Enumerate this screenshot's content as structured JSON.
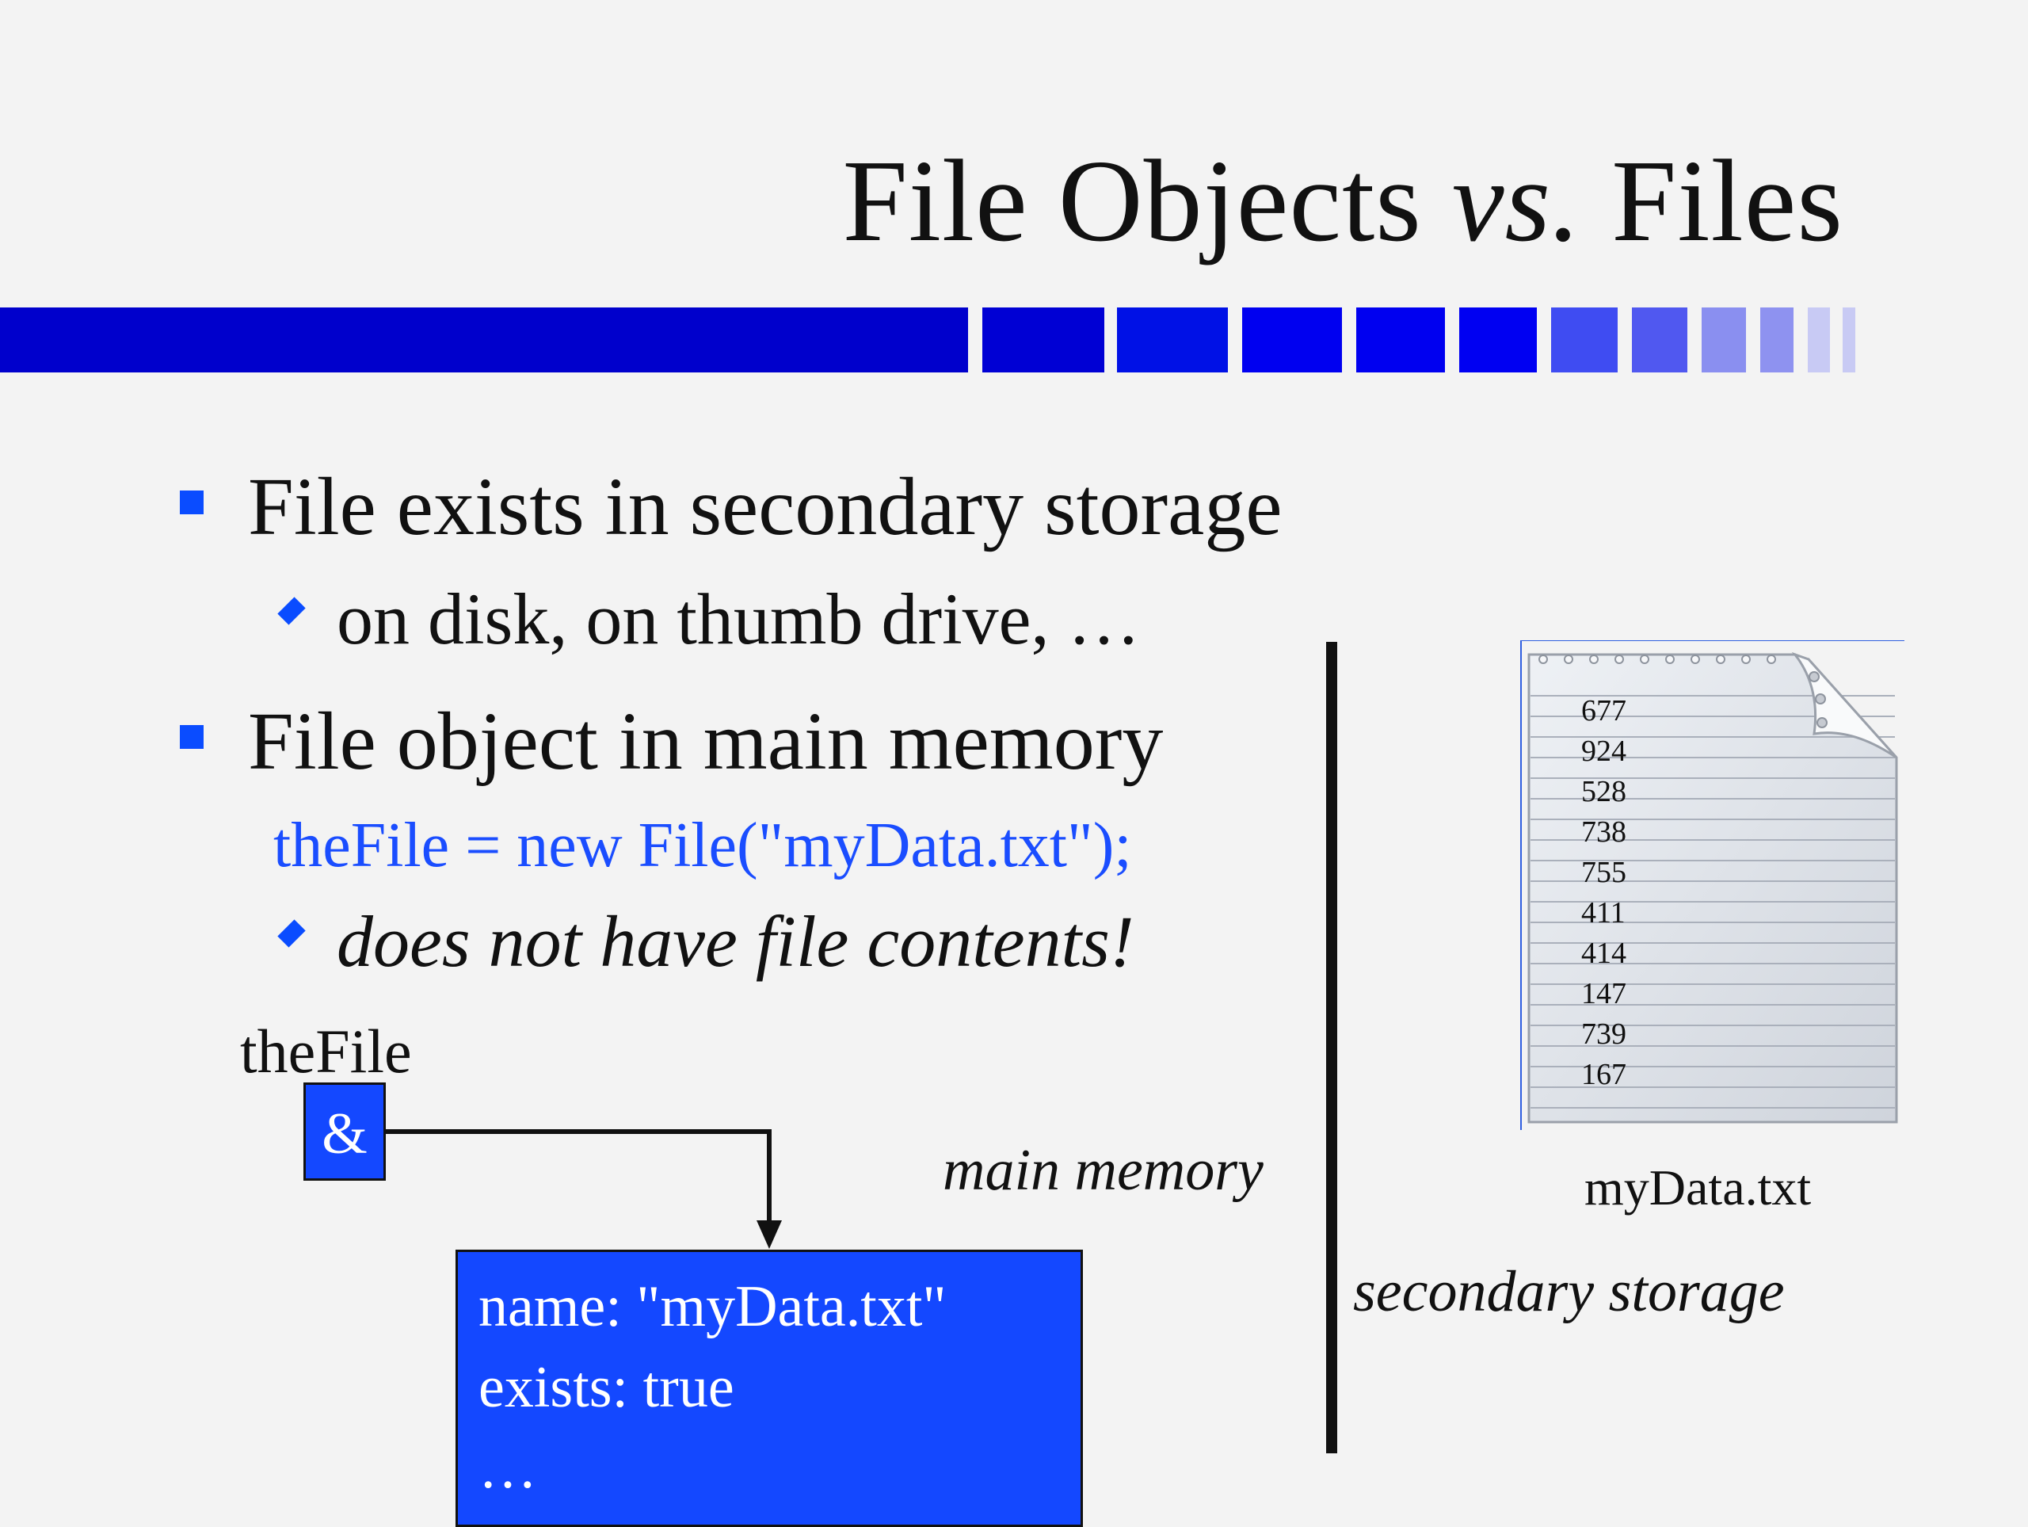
{
  "slide": {
    "title_part1": "File Objects ",
    "title_part2": "vs.",
    "title_part3": " Files",
    "bullet1": "File exists in secondary storage",
    "bullet1_sub": "on disk, on thumb drive, …",
    "bullet2": "File object in main memory",
    "code_line": "theFile = new File(\"myData.txt\");",
    "bullet2_sub": "does not have file contents!"
  },
  "diagram": {
    "variable_label": "theFile",
    "reference_symbol": "&",
    "object_fields": [
      "name: \"myData.txt\"",
      "exists: true",
      "…"
    ],
    "main_memory_label": "main memory",
    "secondary_storage_label": "secondary storage",
    "file_name": "myData.txt",
    "file_contents": [
      "677",
      "924",
      "528",
      "738",
      "755",
      "411",
      "414",
      "147",
      "739",
      "167"
    ]
  },
  "colors": {
    "accent_blue": "#1448ff",
    "bar_dark": "#0000cc"
  }
}
